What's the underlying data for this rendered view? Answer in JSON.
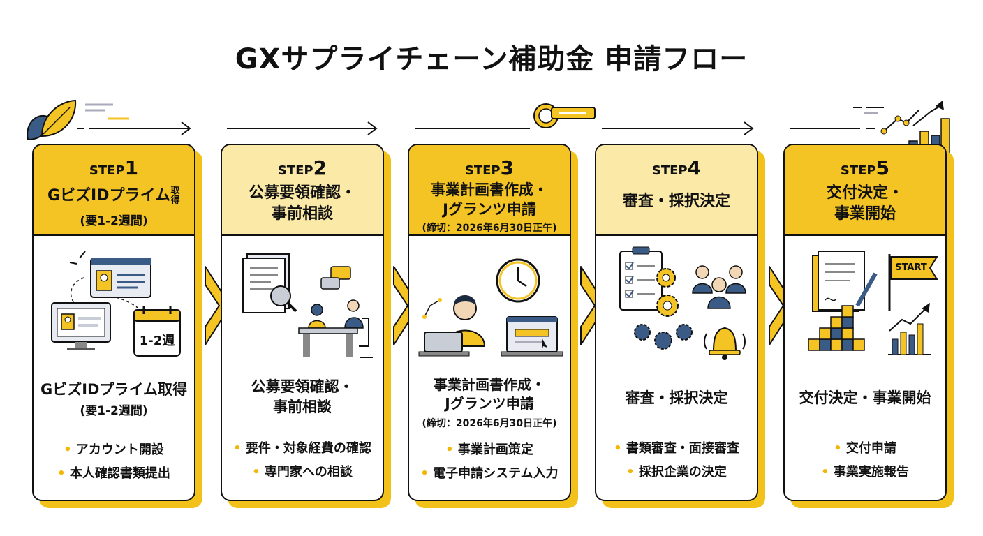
{
  "title": "GXサプライチェーン補助金 申請フロー",
  "steps": [
    {
      "step_label": "STEP",
      "step_num": "1",
      "title_html": "GビズIDプライム<span style=\"font-size:13px;display:inline-block;width:14px;line-height:14px;vertical-align:middle;\">取得</span>",
      "head_sub": "(要1-2週間)",
      "body_title": "GビズIDプライム取得",
      "body_sub": "(要1-2週間)",
      "calendar": "1-2週",
      "bullets": [
        "アカウント開設",
        "本人確認書類提出"
      ]
    },
    {
      "step_label": "STEP",
      "step_num": "2",
      "head_title": "公募要領確認・\n事前相談",
      "body_title": "公募要領確認・\n事前相談",
      "bullets": [
        "要件・対象経費の確認",
        "専門家への相談"
      ]
    },
    {
      "step_label": "STEP",
      "step_num": "3",
      "head_title": "事業計画書作成・\nJグランツ申請",
      "head_sub": "(締切：2026年6月30日正午)",
      "body_title": "事業計画書作成・\nJグランツ申請",
      "body_sub": "(締切：2026年6月30日正午)",
      "bullets": [
        "事業計画策定",
        "電子申請システム入力"
      ]
    },
    {
      "step_label": "STEP",
      "step_num": "4",
      "head_title": "審査・採択決定",
      "body_title": "審査・採択決定",
      "bullets": [
        "書類審査・面接審査",
        "採択企業の決定"
      ]
    },
    {
      "step_label": "STEP",
      "step_num": "5",
      "head_title": "交付決定・\n事業開始",
      "body_title": "交付決定・事業開始",
      "flag": "START",
      "bullets": [
        "交付申請",
        "事業実施報告"
      ]
    }
  ],
  "colors": {
    "accent": "#f4c324",
    "accent_light": "#fbe9a8",
    "ink": "#111111",
    "blue": "#3b5b87",
    "grey": "#c9ced6"
  }
}
